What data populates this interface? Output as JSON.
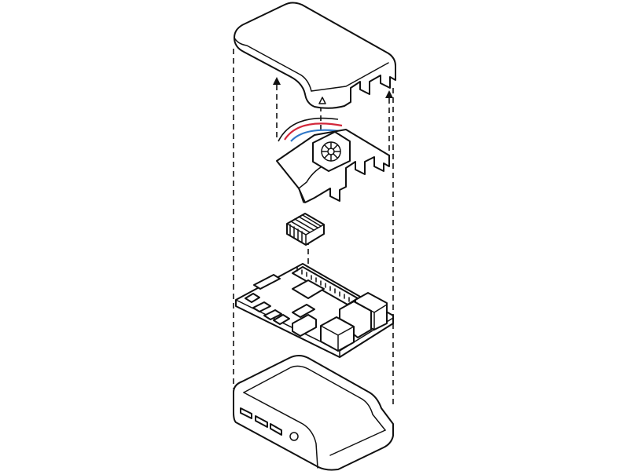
{
  "diagram": {
    "colors": {
      "line": "#111111",
      "background": "#ffffff",
      "wire_red": "#d3273a",
      "wire_blue": "#2f78c8"
    },
    "parts": [
      "case-lid",
      "fan-shroud",
      "fan",
      "heatsink",
      "circuit-board",
      "case-base"
    ]
  }
}
